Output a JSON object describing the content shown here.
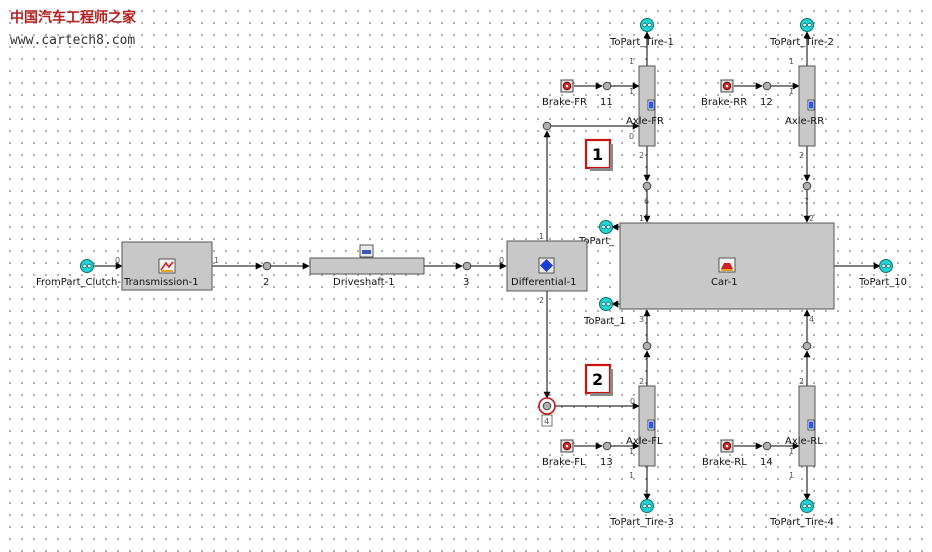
{
  "watermark": {
    "title": "中国汽车工程师之家",
    "url": "www.cartech8.com"
  },
  "blocks": {
    "transmission": "Transmission-1",
    "driveshaft": "Driveshaft-1",
    "differential": "Differential-1",
    "car": "Car-1",
    "axle_fr": "Axle-FR",
    "axle_rr": "Axle-RR",
    "axle_fl": "Axle-FL",
    "axle_rl": "Axle-RL"
  },
  "brakes": {
    "fr": "Brake-FR",
    "rr": "Brake-RR",
    "fl": "Brake-FL",
    "rl": "Brake-RL"
  },
  "terminals": {
    "from_clutch": "FromPart_Clutch-1",
    "tire_1": "ToPart_Tire-1",
    "tire_2": "ToPart_Tire-2",
    "tire_3": "ToPart_Tire-3",
    "tire_4": "ToPart_Tire-4",
    "to_part_top": "ToPart_",
    "to_part_1": "ToPart_1",
    "to_part_10": "ToPart_10"
  },
  "nodes": {
    "n2": "2",
    "n3": "3",
    "n4": "4",
    "n6": "6",
    "n7": "7",
    "n11": "11",
    "n12": "12",
    "n13": "13",
    "n14": "14"
  },
  "ports": {
    "clutch_out": "0",
    "trans_out": "1",
    "diff_in": "0",
    "diff_up": "1",
    "diff_down": "2",
    "car_tl": "1",
    "car_tr": "2",
    "car_bl": "3",
    "car_br": "4",
    "fr_top": "1",
    "fr_left": "1",
    "fr_in": "0",
    "fr_bottom": "2",
    "rr_top": "1",
    "rr_left": "1",
    "rr_bottom": "2",
    "fl_top": "2",
    "fl_in": "0",
    "fl_left": "1",
    "fl_bottom": "1",
    "rl_top": "2",
    "rl_left": "1",
    "rl_bottom": "1"
  },
  "callouts": {
    "c1": "1",
    "c2": "2"
  },
  "colors": {
    "block_fill": "#c8c8c8",
    "terminal": "#22d4d4",
    "callout_border": "#cc1111",
    "highlight_node": "#cc1111",
    "axle_port": "#2255ff"
  }
}
